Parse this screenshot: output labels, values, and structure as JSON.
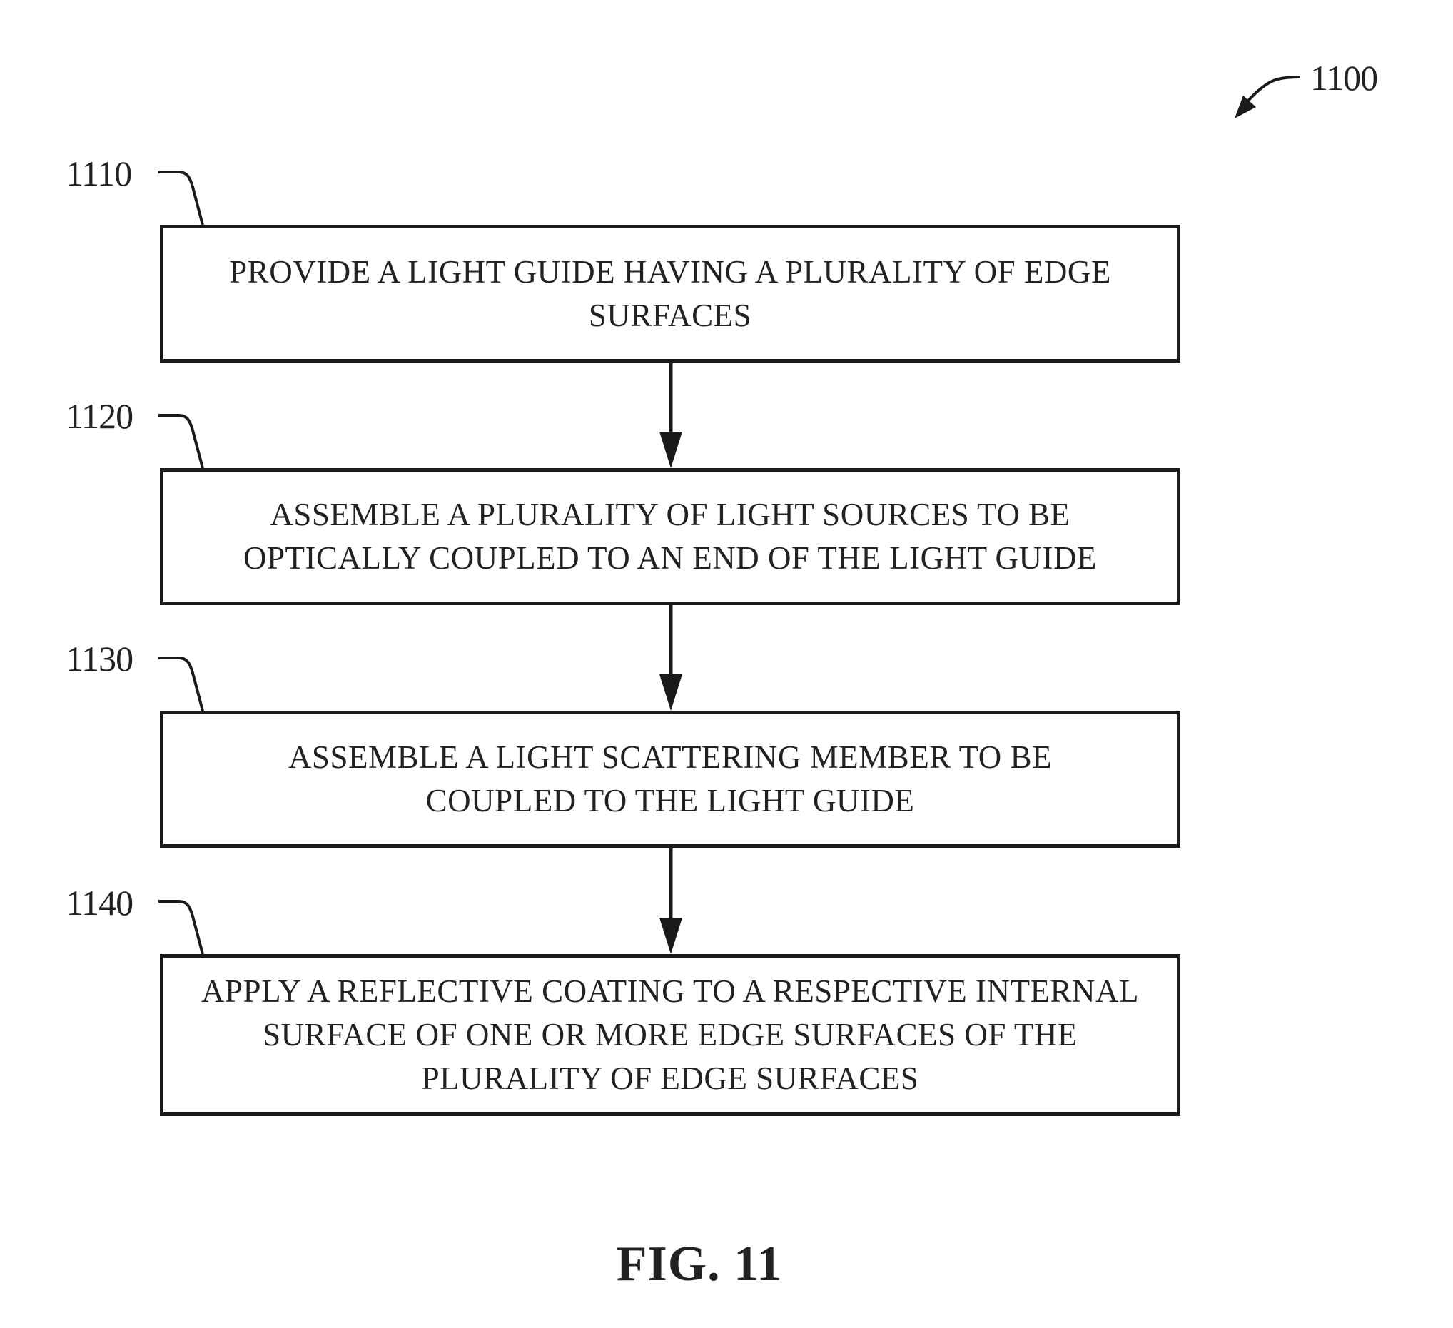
{
  "figure": {
    "ref": "1100",
    "caption": "FIG. 11"
  },
  "steps": [
    {
      "ref": "1110",
      "text": "PROVIDE A LIGHT GUIDE HAVING A PLURALITY OF EDGE SURFACES"
    },
    {
      "ref": "1120",
      "text": "ASSEMBLE A PLURALITY OF LIGHT SOURCES TO BE OPTICALLY COUPLED TO AN END OF THE LIGHT GUIDE"
    },
    {
      "ref": "1130",
      "text": "ASSEMBLE A LIGHT SCATTERING MEMBER TO BE COUPLED TO THE LIGHT GUIDE"
    },
    {
      "ref": "1140",
      "text": "APPLY A REFLECTIVE COATING TO A RESPECTIVE INTERNAL SURFACE OF ONE OR MORE EDGE SURFACES OF THE PLURALITY OF EDGE SURFACES"
    }
  ]
}
